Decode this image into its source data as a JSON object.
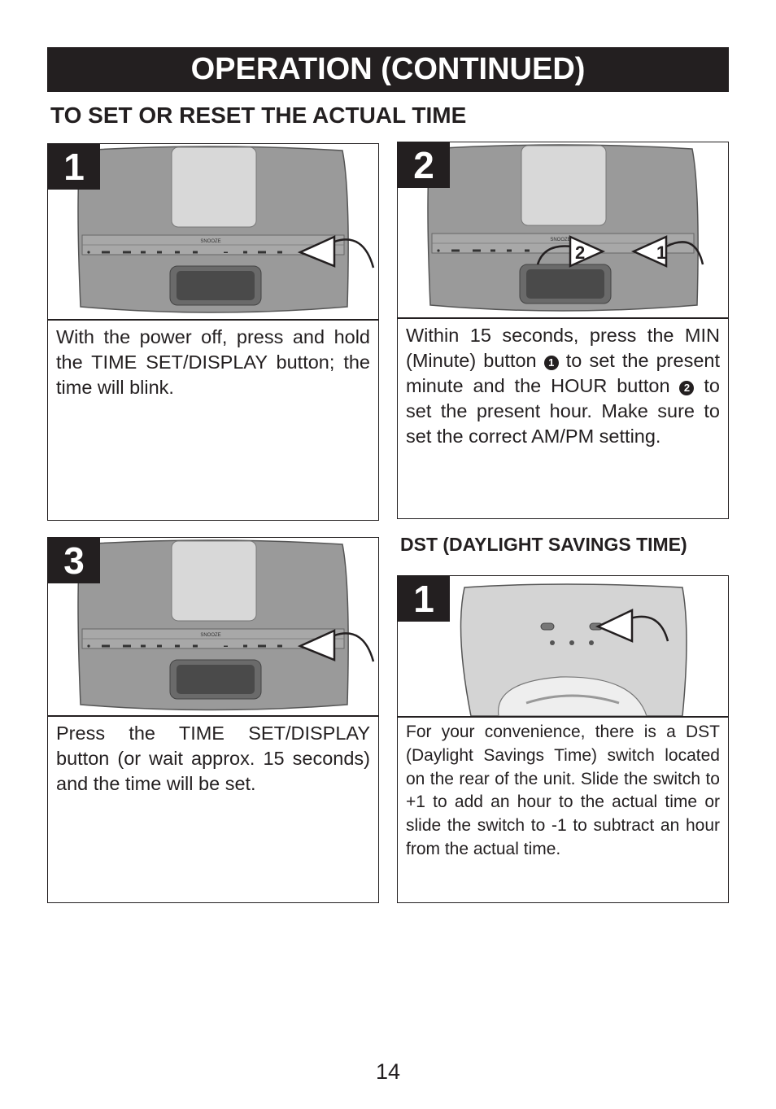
{
  "header": {
    "title": "OPERATION (CONTINUED)"
  },
  "section_time": {
    "heading": "TO SET OR RESET THE ACTUAL TIME",
    "steps": [
      {
        "number": "1",
        "text": "With the power off, press and hold the TIME SET/DISPLAY  button; the time will blink."
      },
      {
        "number": "2",
        "text_parts": [
          "Within 15 seconds, press the MIN (Minute) button ",
          " to set the present minute and the HOUR button ",
          " to set the present hour. Make sure to set the correct AM/PM setting."
        ],
        "bullet_1": "1",
        "bullet_2": "2",
        "arrow_labels": [
          "2",
          "1"
        ]
      },
      {
        "number": "3",
        "text": "Press the TIME SET/DISPLAY button (or wait approx. 15 seconds) and the time will be set."
      }
    ]
  },
  "section_dst": {
    "heading": "DST (DAYLIGHT SAVINGS TIME)",
    "step": {
      "number": "1",
      "text": "For your convenience, there is a DST (Daylight Savings Time) switch located on the rear of the unit. Slide the switch to +1 to add an hour to the actual time or slide the switch to  -1 to subtract an hour from the actual time."
    }
  },
  "device_labels": {
    "snooze": "SNOOZE"
  },
  "page_number": "14",
  "colors": {
    "dark": "#231f20",
    "device_gray": "#8e8e8e",
    "device_light": "#d0d0d0",
    "display": "#5a5a5a"
  }
}
